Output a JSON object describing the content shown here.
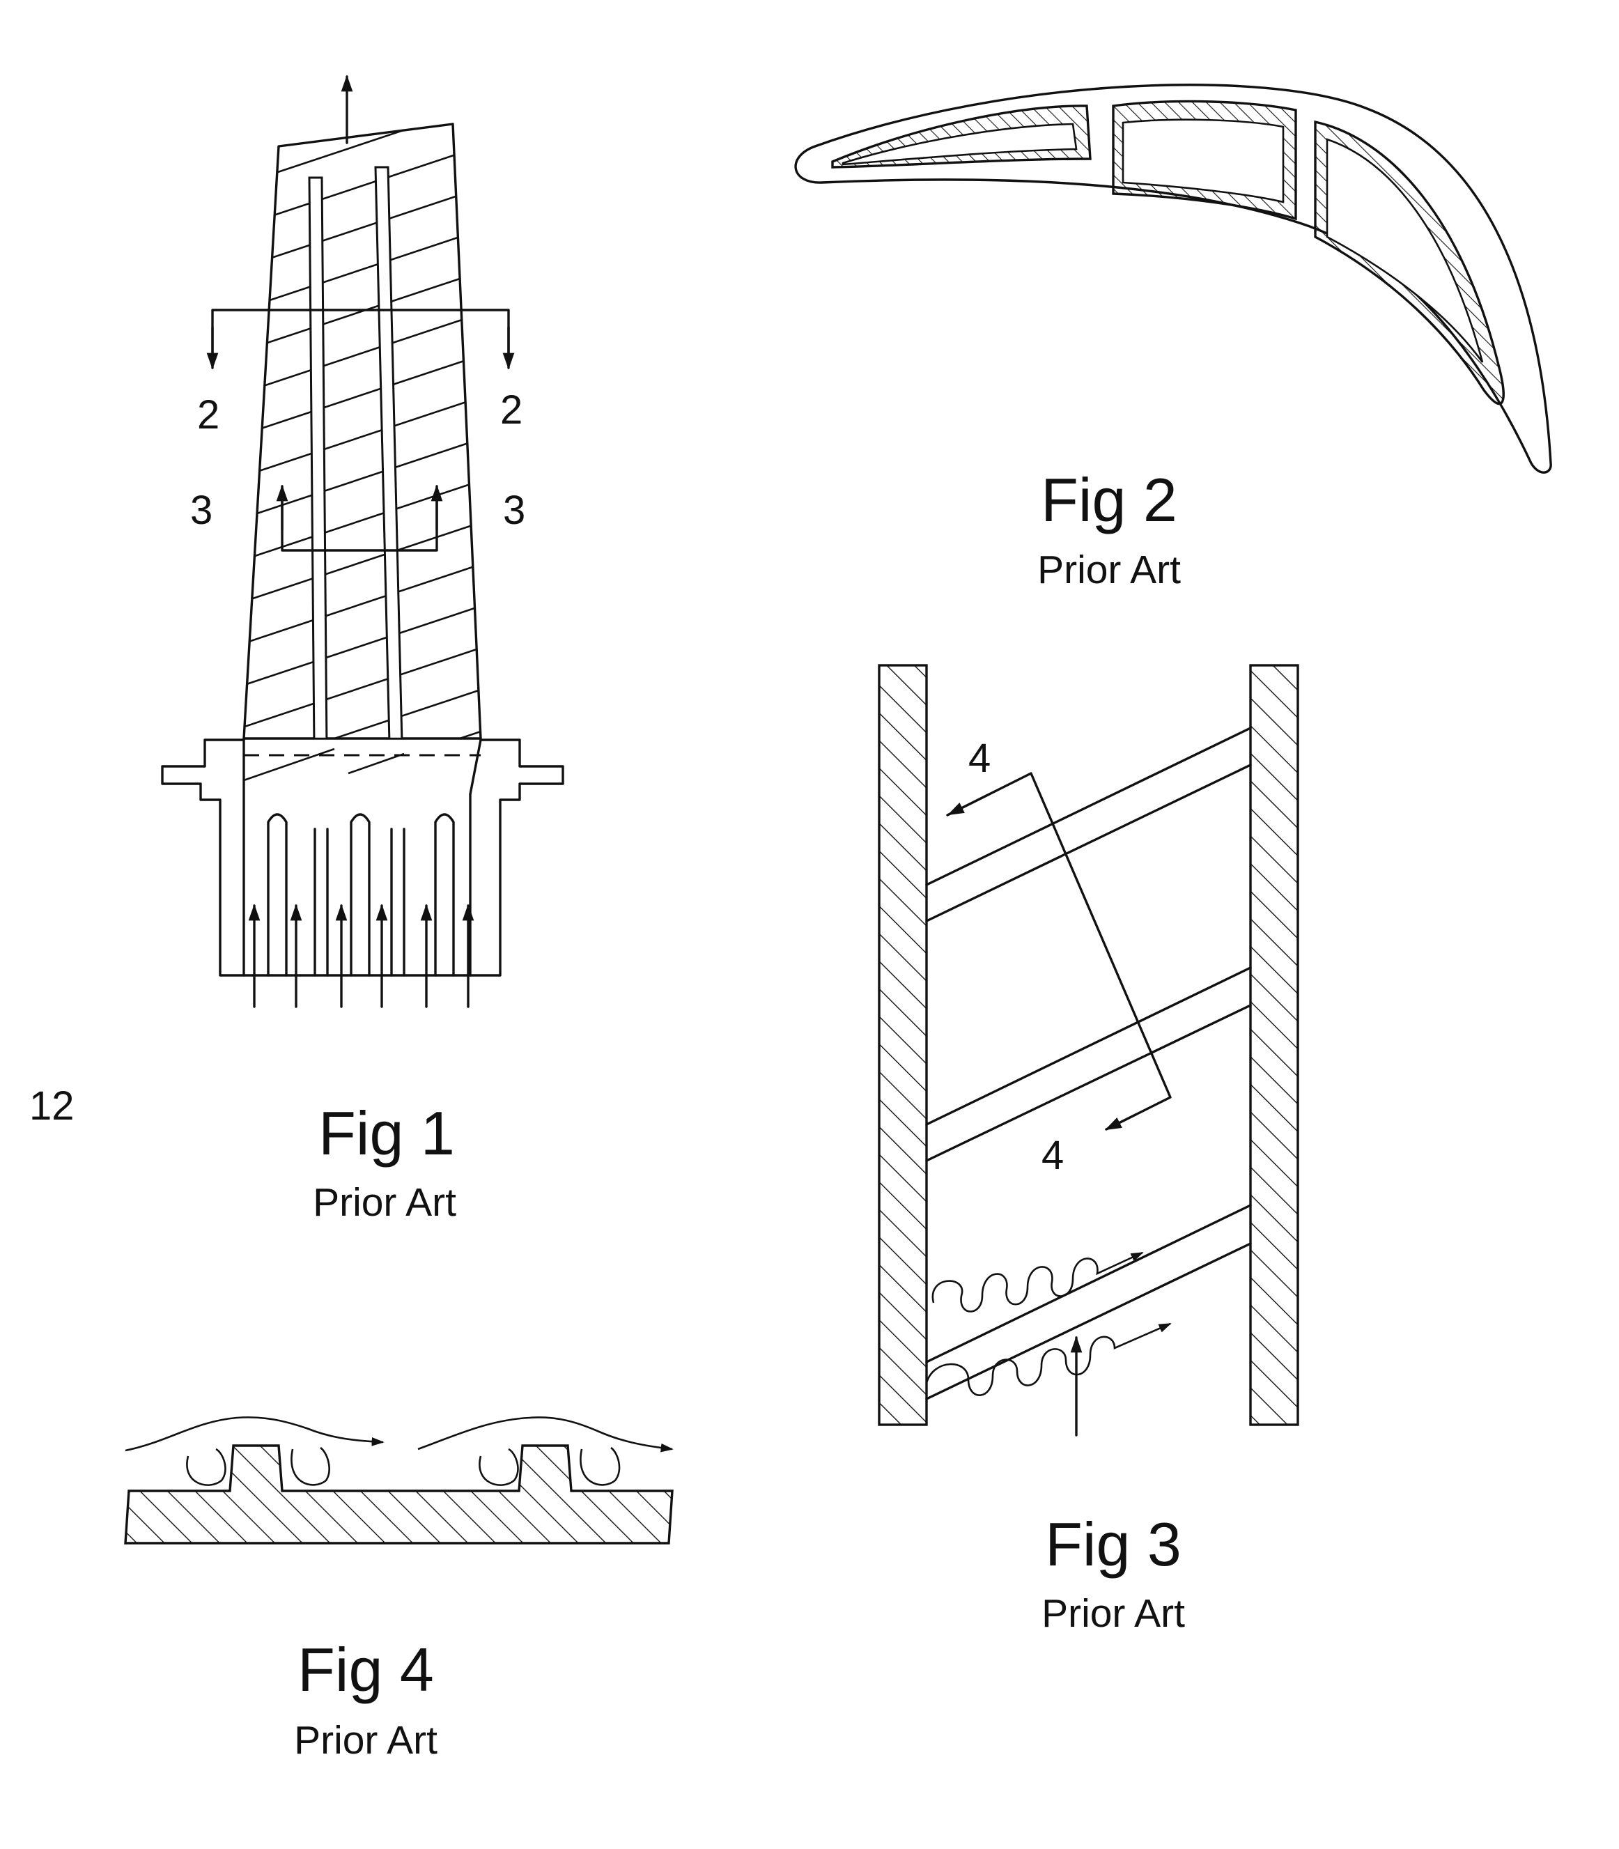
{
  "figures": {
    "fig1": {
      "title": "Fig 1",
      "subtitle": "Prior Art",
      "labels": [
        "2",
        "2",
        "3",
        "3",
        "12"
      ]
    },
    "fig2": {
      "title": "Fig 2",
      "subtitle": "Prior Art"
    },
    "fig3": {
      "title": "Fig 3",
      "subtitle": "Prior Art",
      "labels": [
        "4",
        "4"
      ]
    },
    "fig4": {
      "title": "Fig 4",
      "subtitle": "Prior Art"
    }
  }
}
